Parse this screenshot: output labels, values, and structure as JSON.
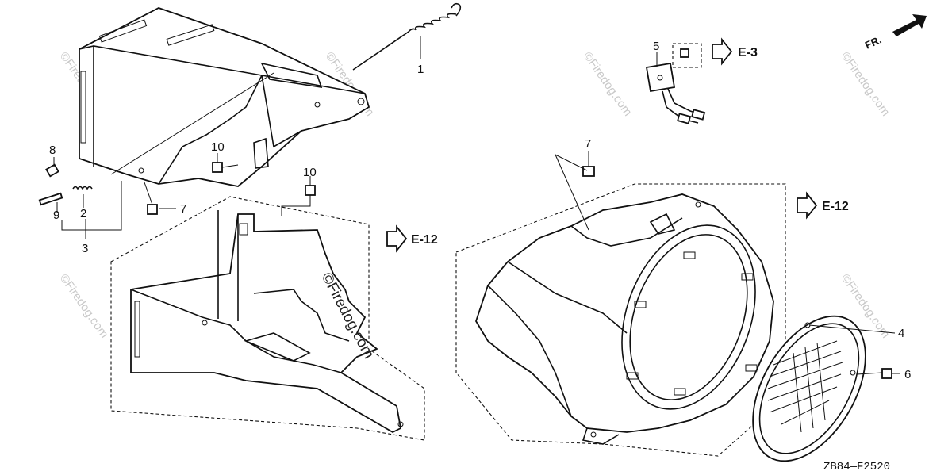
{
  "callouts": {
    "c1": "1",
    "c2": "2",
    "c3": "3",
    "c4": "4",
    "c5": "5",
    "c6": "6",
    "c7a": "7",
    "c7b": "7",
    "c8": "8",
    "c9": "9",
    "c10a": "10",
    "c10b": "10"
  },
  "references": {
    "e3": "E-3",
    "e12_left": "E-12",
    "e12_right": "E-12"
  },
  "direction_label": "FR.",
  "diagram_code": "ZB84—F2520",
  "watermark": {
    "text": "©Firedog.com"
  }
}
